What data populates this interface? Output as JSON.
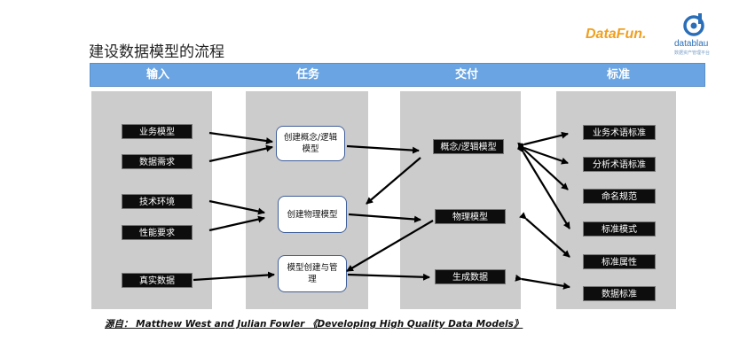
{
  "title": "建设数据模型的流程",
  "columns": [
    {
      "label": "输入"
    },
    {
      "label": "任务"
    },
    {
      "label": "交付"
    },
    {
      "label": "标准"
    }
  ],
  "inputs": [
    "业务模型",
    "数据需求",
    "技术环境",
    "性能要求",
    "真实数据"
  ],
  "tasks": [
    "创建概念/逻辑模型",
    "创建物理模型",
    "模型创建与管理"
  ],
  "deliverables": [
    "概念/逻辑模型",
    "物理模型",
    "生成数据"
  ],
  "standards": [
    "业务术语标准",
    "分析术语标准",
    "命名规范",
    "标准模式",
    "标准属性",
    "数据标准"
  ],
  "source": "源自： Matthew West and Julian Fowler 《Developing High Quality Data Models》",
  "logos": {
    "datafun": "DataFun.",
    "datablau": "datablau",
    "datablau_sub": "数据资产管理平台"
  },
  "colors": {
    "header": "#6aa4e2",
    "column_bg": "#cccccc",
    "item_bg": "#0d0d0d",
    "task_border": "#3f5f9a",
    "datafun": "#f0a020",
    "datablau": "#2a6eb8"
  }
}
